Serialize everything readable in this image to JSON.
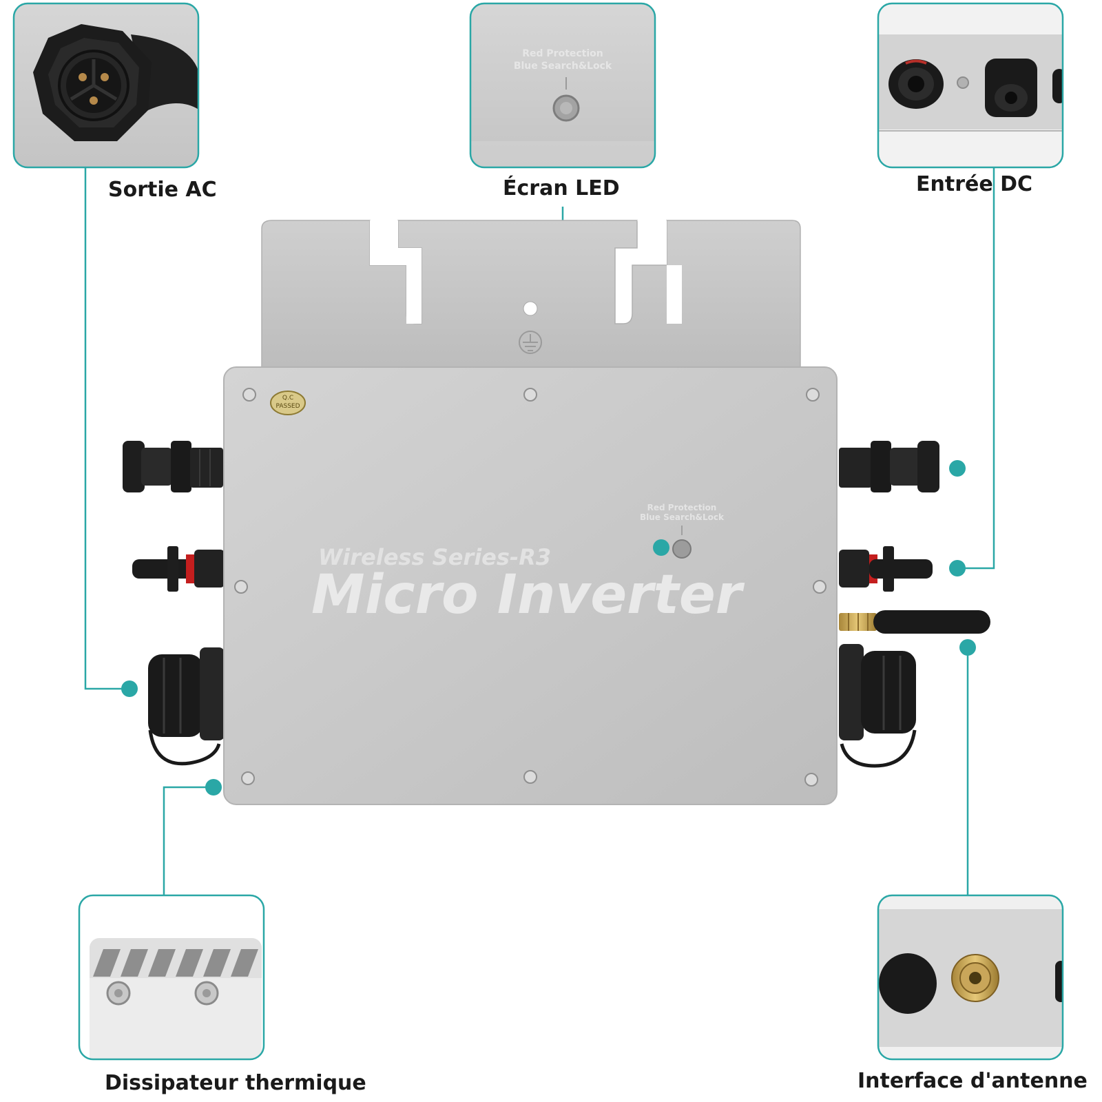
{
  "labels": {
    "ac_output": "Sortie AC",
    "led_screen": "Écran LED",
    "dc_input": "Entrée DC",
    "heat_sink": "Dissipateur thermique",
    "antenna_interface": "Interface d'antenne"
  },
  "device": {
    "series_text": "Wireless Series-R3",
    "model_text": "Micro Inverter",
    "qc_badge_line1": "Q.C",
    "qc_badge_line2": "PASSED",
    "led_text_line1": "Red Protection",
    "led_text_line2": "Blue Search&Lock"
  },
  "colors": {
    "accent": "#2aa7a6",
    "device_body": "#c9c9c9",
    "connector": "#1a1a1a"
  }
}
